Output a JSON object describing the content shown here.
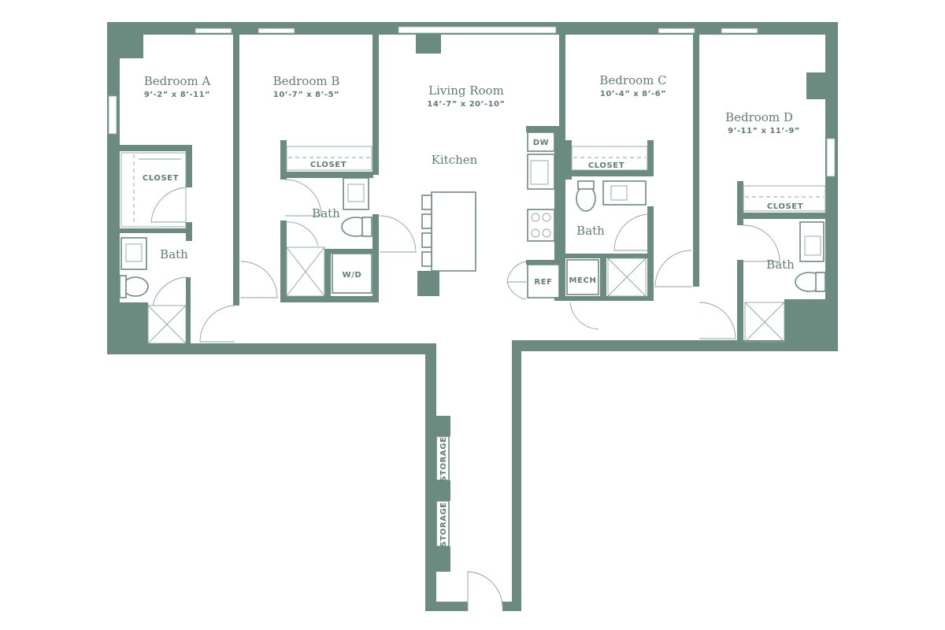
{
  "rooms": {
    "bedroom_a": {
      "name": "Bedroom A",
      "dims": "9’-2” x 8’-11”"
    },
    "bedroom_b": {
      "name": "Bedroom B",
      "dims": "10’-7” x 8’-5”"
    },
    "living_room": {
      "name": "Living Room",
      "dims": "14’-7” x 20’-10”"
    },
    "bedroom_c": {
      "name": "Bedroom C",
      "dims": "10’-4” x 8’-6”"
    },
    "bedroom_d": {
      "name": "Bedroom D",
      "dims": "9’-11” x 11’-9”"
    },
    "kitchen": "Kitchen",
    "bath": "Bath"
  },
  "tags": {
    "closet": "CLOSET",
    "dw": "DW",
    "wd": "W/D",
    "ref": "REF",
    "mech": "MECH",
    "storage": "STORAGE"
  },
  "colors": {
    "wall": "#6b8b80",
    "text": "#5f7d72",
    "background": "#ffffff"
  }
}
